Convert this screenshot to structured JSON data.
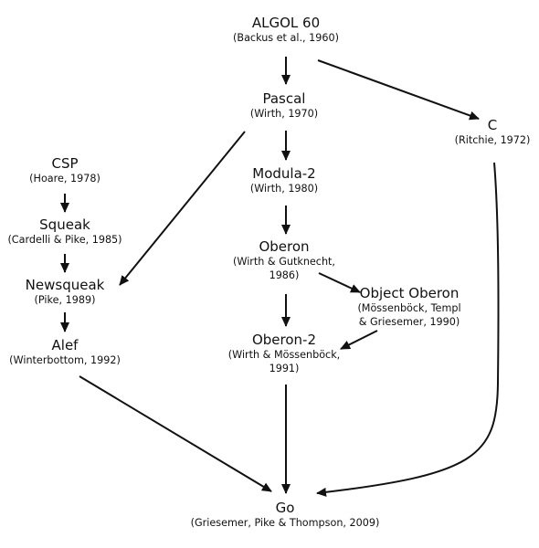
{
  "nodes": {
    "algol": {
      "name": "ALGOL 60",
      "cite": [
        "(Backus et al., 1960)"
      ]
    },
    "pascal": {
      "name": "Pascal",
      "cite": [
        "(Wirth, 1970)"
      ]
    },
    "c": {
      "name": "C",
      "cite": [
        "(Ritchie, 1972)"
      ]
    },
    "modula2": {
      "name": "Modula-2",
      "cite": [
        "(Wirth, 1980)"
      ]
    },
    "oberon": {
      "name": "Oberon",
      "cite": [
        "(Wirth & Gutknecht,",
        "1986)"
      ]
    },
    "object_oberon": {
      "name": "Object Oberon",
      "cite": [
        "(Mössenböck, Templ",
        "& Griesemer, 1990)"
      ]
    },
    "oberon2": {
      "name": "Oberon-2",
      "cite": [
        "(Wirth & Mössenböck,",
        "1991)"
      ]
    },
    "csp": {
      "name": "CSP",
      "cite": [
        "(Hoare, 1978)"
      ]
    },
    "squeak": {
      "name": "Squeak",
      "cite": [
        "(Cardelli & Pike, 1985)"
      ]
    },
    "newsqueak": {
      "name": "Newsqueak",
      "cite": [
        "(Pike, 1989)"
      ]
    },
    "alef": {
      "name": "Alef",
      "cite": [
        "(Winterbottom, 1992)"
      ]
    },
    "go": {
      "name": "Go",
      "cite": [
        "(Griesemer, Pike & Thompson, 2009)"
      ]
    }
  },
  "edges": [
    {
      "from": "algol",
      "to": "pascal"
    },
    {
      "from": "algol",
      "to": "c"
    },
    {
      "from": "pascal",
      "to": "modula2"
    },
    {
      "from": "pascal",
      "to": "newsqueak"
    },
    {
      "from": "modula2",
      "to": "oberon"
    },
    {
      "from": "oberon",
      "to": "object_oberon"
    },
    {
      "from": "oberon",
      "to": "oberon2"
    },
    {
      "from": "object_oberon",
      "to": "oberon2"
    },
    {
      "from": "csp",
      "to": "squeak"
    },
    {
      "from": "squeak",
      "to": "newsqueak"
    },
    {
      "from": "newsqueak",
      "to": "alef"
    },
    {
      "from": "alef",
      "to": "go"
    },
    {
      "from": "oberon2",
      "to": "go"
    },
    {
      "from": "c",
      "to": "go"
    }
  ]
}
